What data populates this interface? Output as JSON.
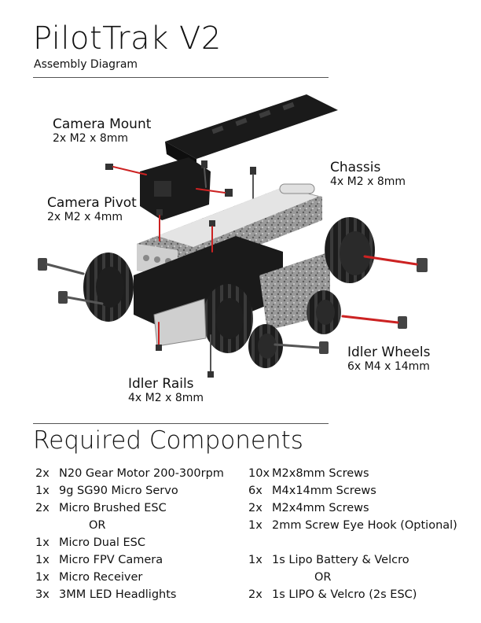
{
  "title": "PilotTrak V2",
  "subtitle": "Assembly Diagram",
  "callouts": {
    "camera_mount": {
      "name": "Camera Mount",
      "spec": "2x M2 x 8mm"
    },
    "camera_pivot": {
      "name": "Camera Pivot",
      "spec": "2x M2 x 4mm"
    },
    "chassis": {
      "name": "Chassis",
      "spec": "4x M2 x 8mm"
    },
    "idler_wheels": {
      "name": "Idler Wheels",
      "spec": "6x M4 x 14mm"
    },
    "idler_rails": {
      "name": "Idler Rails",
      "spec": "4x M2 x 8mm"
    }
  },
  "components_title": "Required Components",
  "components_left": [
    {
      "qty": "2x",
      "name": "N20 Gear Motor 200-300rpm"
    },
    {
      "qty": "1x",
      "name": "9g SG90 Micro Servo"
    },
    {
      "qty": "2x",
      "name": "Micro Brushed ESC"
    },
    {
      "qty": "1x",
      "name": "Micro Dual ESC"
    },
    {
      "qty": "1x",
      "name": "Micro FPV Camera"
    },
    {
      "qty": "1x",
      "name": "Micro Receiver"
    },
    {
      "qty": "3x",
      "name": "3MM LED Headlights"
    }
  ],
  "components_right": [
    {
      "qty": "10x",
      "name": "M2x8mm Screws"
    },
    {
      "qty": "6x",
      "name": "M4x14mm Screws"
    },
    {
      "qty": "2x",
      "name": "M2x4mm Screws"
    },
    {
      "qty": "1x",
      "name": "2mm Screw Eye Hook (Optional)"
    },
    {
      "qty": "1x",
      "name": "1s Lipo Battery & Velcro"
    },
    {
      "qty": "2x",
      "name": "1s LIPO & Velcro (2s ESC)"
    }
  ],
  "or_label": "OR",
  "colors": {
    "text": "#111111",
    "rule": "#555555",
    "screw_accent": "#cc2222",
    "part_dark": "#1a1a1a",
    "chassis_metal": "#d8d8d8"
  }
}
